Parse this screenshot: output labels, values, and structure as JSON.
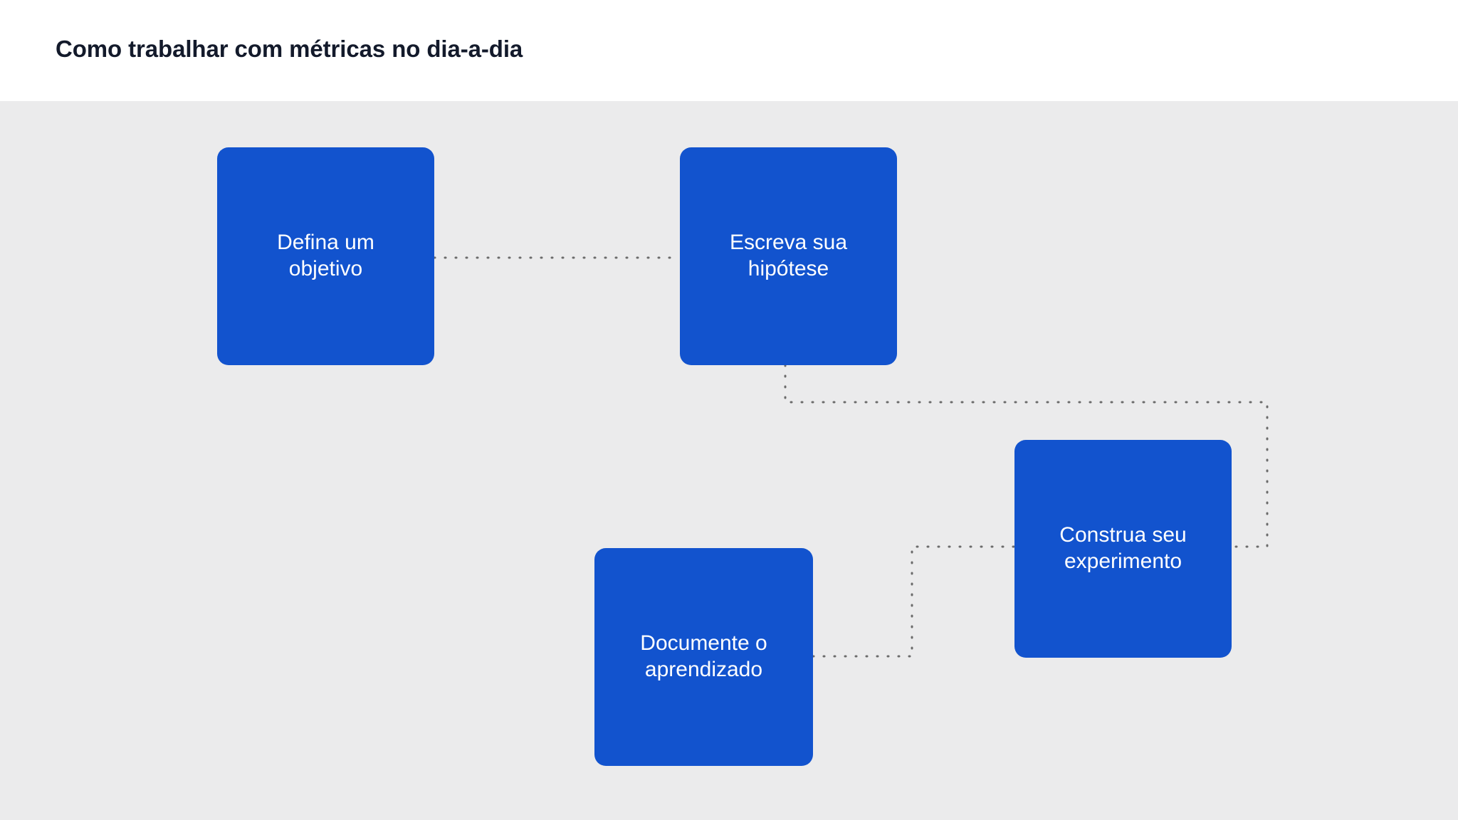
{
  "header": {
    "title": "Como trabalhar com métricas no dia-a-dia"
  },
  "canvas": {
    "background_color": "#ebebec",
    "node_color": "#1253ce",
    "node_text_color": "#ffffff",
    "connector_color": "#6b6b6b",
    "connector_style": "dotted"
  },
  "diagram": {
    "type": "flowchart",
    "nodes": [
      {
        "id": "node-0",
        "label": "Defina um\nobjetivo"
      },
      {
        "id": "node-1",
        "label": "Escreva sua\nhipótese"
      },
      {
        "id": "node-2",
        "label": "Construa seu\nexperimento"
      },
      {
        "id": "node-3",
        "label": "Documente o\naprendizado"
      }
    ],
    "edges": [
      {
        "from": "node-0",
        "to": "node-1"
      },
      {
        "from": "node-1",
        "to": "node-2"
      },
      {
        "from": "node-3",
        "to": "node-2"
      }
    ]
  }
}
